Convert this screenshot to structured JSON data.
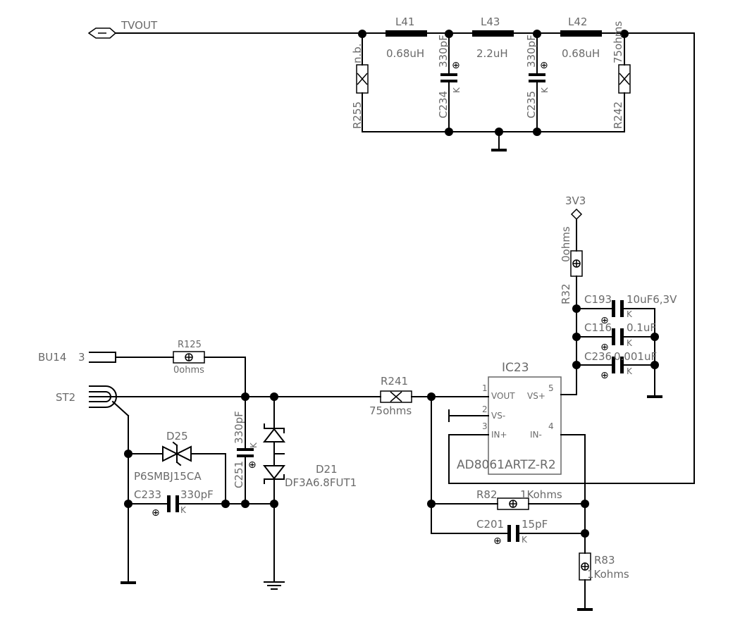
{
  "nets": {
    "tvout": "TVOUT",
    "supply": "3V3"
  },
  "connectors": {
    "bu14": "BU14",
    "bu14_pin": "3",
    "st2": "ST2"
  },
  "inductors": [
    {
      "ref": "L41",
      "value": "0.68uH"
    },
    {
      "ref": "L43",
      "value": "2.2uH"
    },
    {
      "ref": "L42",
      "value": "0.68uH"
    }
  ],
  "resistors": {
    "r255": {
      "ref": "R255",
      "value": "n.b."
    },
    "r242": {
      "ref": "R242",
      "value": "75ohms"
    },
    "r32": {
      "ref": "R32",
      "value": "0ohms"
    },
    "r125": {
      "ref": "R125",
      "value": "0ohms"
    },
    "r241": {
      "ref": "R241",
      "value": "75ohms"
    },
    "r82": {
      "ref": "R82",
      "value": "1Kohms"
    },
    "r83": {
      "ref": "R83",
      "value": "1Kohms"
    }
  },
  "capacitors": {
    "c234": {
      "ref": "C234",
      "value": "330pF"
    },
    "c235": {
      "ref": "C235",
      "value": "330pF"
    },
    "c193": {
      "ref": "C193",
      "value": "10uF6,3V"
    },
    "c116": {
      "ref": "C116",
      "value": "0.1uF"
    },
    "c236": {
      "ref": "C236",
      "value": "0.001uF"
    },
    "c251": {
      "ref": "C251",
      "value": "330pF"
    },
    "c233": {
      "ref": "C233",
      "value": "330pF"
    },
    "c201": {
      "ref": "C201",
      "value": "15pF"
    }
  },
  "diodes": {
    "d25": {
      "ref": "D25",
      "value": "P6SMBJ15CA"
    },
    "d21": {
      "ref": "D21",
      "value": "DF3A6.8FUT1"
    }
  },
  "ic": {
    "ref": "IC23",
    "part": "AD8061ARTZ-R2",
    "pins": [
      {
        "num": "1",
        "name": "VOUT"
      },
      {
        "num": "2",
        "name": "VS-"
      },
      {
        "num": "3",
        "name": "IN+"
      },
      {
        "num": "4",
        "name": "IN-"
      },
      {
        "num": "5",
        "name": "VS+"
      }
    ]
  },
  "markers": {
    "k": "K",
    "plus": "⊕"
  }
}
